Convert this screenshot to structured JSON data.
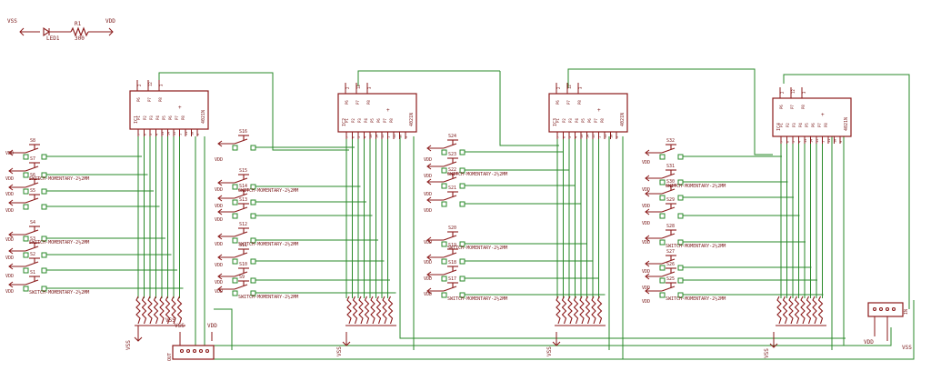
{
  "labels": {
    "vss": "VSS",
    "vdd": "VDD",
    "led": "LED1",
    "resistor": "R1",
    "resistor_value": "300",
    "ic_part": "4021N",
    "switch_part": "SWITCH-MOMENTARY-2½2MM",
    "out_conn": "OUT",
    "in_conn": "IN"
  },
  "ics": [
    {
      "ref": "IC1"
    },
    {
      "ref": "IC2"
    },
    {
      "ref": "IC3"
    },
    {
      "ref": "IC4"
    }
  ],
  "ic_pins": {
    "top": [
      "2",
      "12",
      "3"
    ],
    "label_top": [
      "P6",
      "P7",
      "P8"
    ],
    "label_bottom": [
      "P1",
      "P2",
      "P3",
      "P4",
      "P5",
      "P6",
      "P7",
      "P8"
    ],
    "numbers": [
      "7",
      "6",
      "5",
      "4",
      "13",
      "14",
      "15",
      "1",
      "11",
      "10",
      "9"
    ]
  },
  "switch_groups": [
    [
      "S8",
      "S7",
      "S6",
      "S5",
      "S4",
      "S3",
      "S2",
      "S1"
    ],
    [
      "S16",
      "S15",
      "S14",
      "S13",
      "S12",
      "S11",
      "S10",
      "S9"
    ],
    [
      "S24",
      "S23",
      "S22",
      "S21",
      "S20",
      "S19",
      "S18",
      "S17"
    ],
    [
      "S32",
      "S31",
      "S30",
      "S29",
      "S28",
      "S27",
      "S26",
      "S25"
    ]
  ],
  "colors": {
    "part": "#8b1a1a",
    "wire": "#2a8a2a",
    "background": "#ffffff"
  }
}
